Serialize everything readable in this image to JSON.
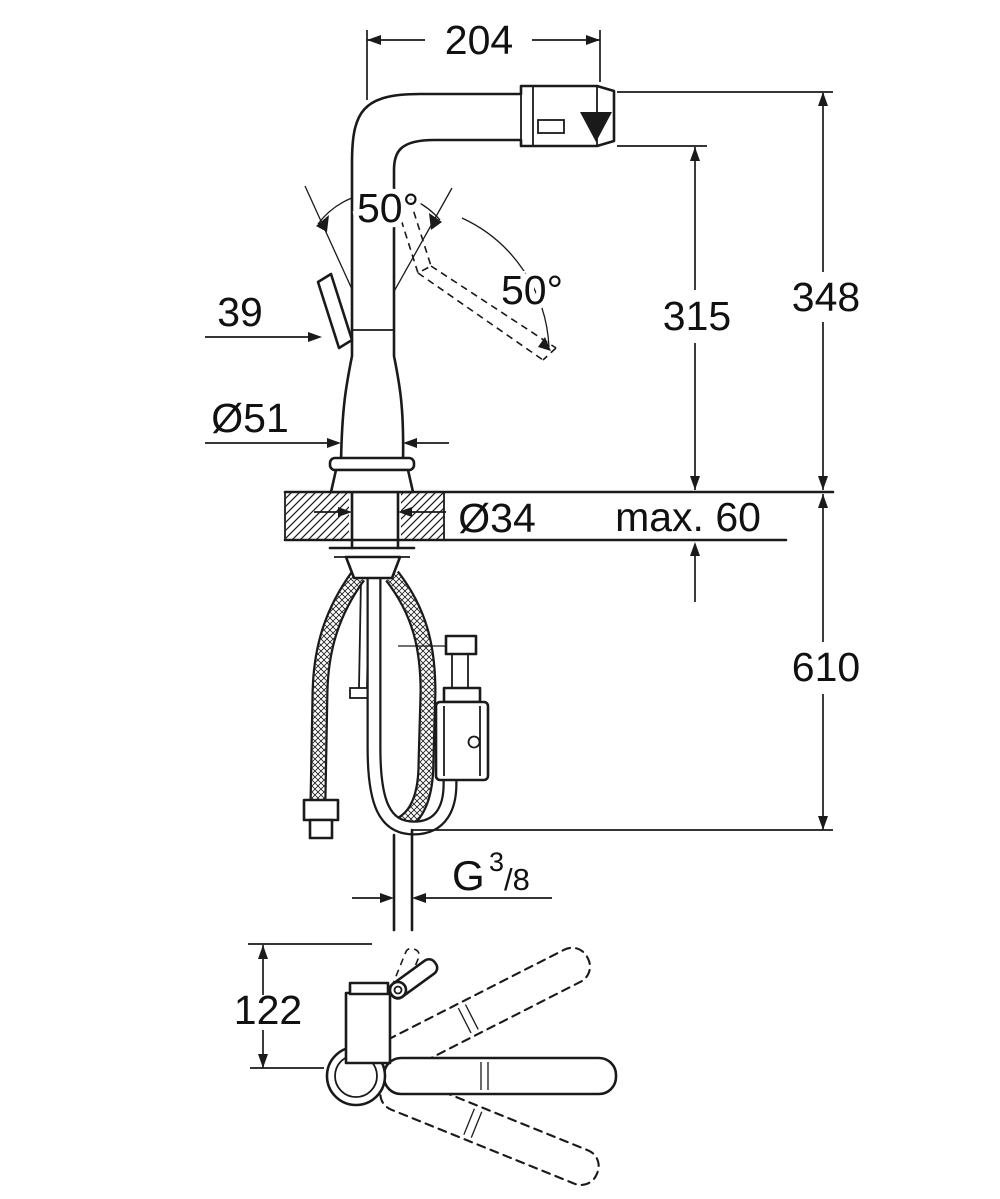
{
  "figure": {
    "title": "kitchen-faucet-dimension-drawing"
  },
  "dims": {
    "spout_reach": "204",
    "angle_left": "50°",
    "angle_right": "50°",
    "handle_width": "39",
    "body_dia": "Ø51",
    "height_to_spout": "315",
    "height_total": "348",
    "hole_dia": "Ø34",
    "deck_max": "max. 60",
    "below_deck": "610",
    "thread_g": "G",
    "thread_num": "3",
    "thread_den": "/8",
    "side_height": "122"
  }
}
